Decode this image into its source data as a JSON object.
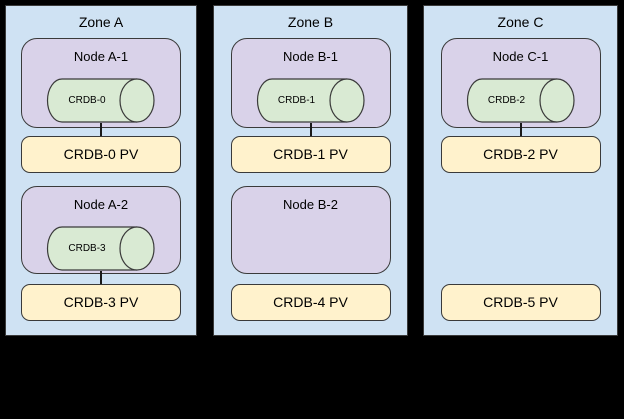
{
  "colors": {
    "background": "#000000",
    "zone_fill": "#cfe2f3",
    "node_fill": "#d9d2e9",
    "cylinder_fill": "#d9ead3",
    "pv_fill": "#fff2cc",
    "border": "#3a3a3a",
    "text": "#000000"
  },
  "zones": [
    {
      "label": "Zone A",
      "node1": {
        "label": "Node A-1",
        "pod": "CRDB-0"
      },
      "pv1": {
        "label": "CRDB-0 PV"
      },
      "node2": {
        "label": "Node A-2",
        "pod": "CRDB-3"
      },
      "pv2": {
        "label": "CRDB-3 PV"
      }
    },
    {
      "label": "Zone B",
      "node1": {
        "label": "Node B-1",
        "pod": "CRDB-1"
      },
      "pv1": {
        "label": "CRDB-1 PV"
      },
      "node2": {
        "label": "Node B-2"
      },
      "pv2": {
        "label": "CRDB-4 PV"
      }
    },
    {
      "label": "Zone C",
      "node1": {
        "label": "Node C-1",
        "pod": "CRDB-2"
      },
      "pv1": {
        "label": "CRDB-2 PV"
      },
      "pv2": {
        "label": "CRDB-5 PV"
      }
    }
  ]
}
